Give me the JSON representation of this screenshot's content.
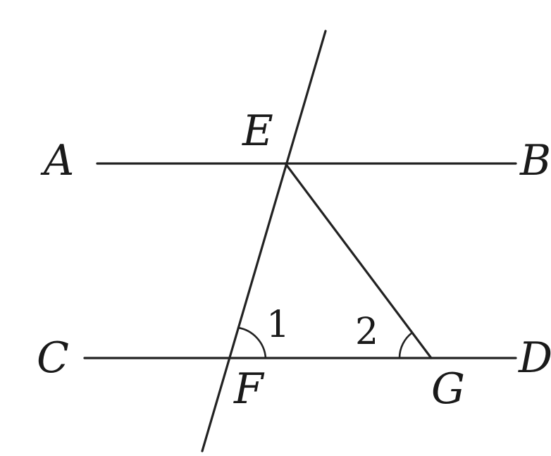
{
  "points": {
    "A": "A",
    "B": "B",
    "C": "C",
    "D": "D",
    "E": "E",
    "F": "F",
    "G": "G"
  },
  "angles": {
    "angle1": "1",
    "angle2": "2"
  }
}
